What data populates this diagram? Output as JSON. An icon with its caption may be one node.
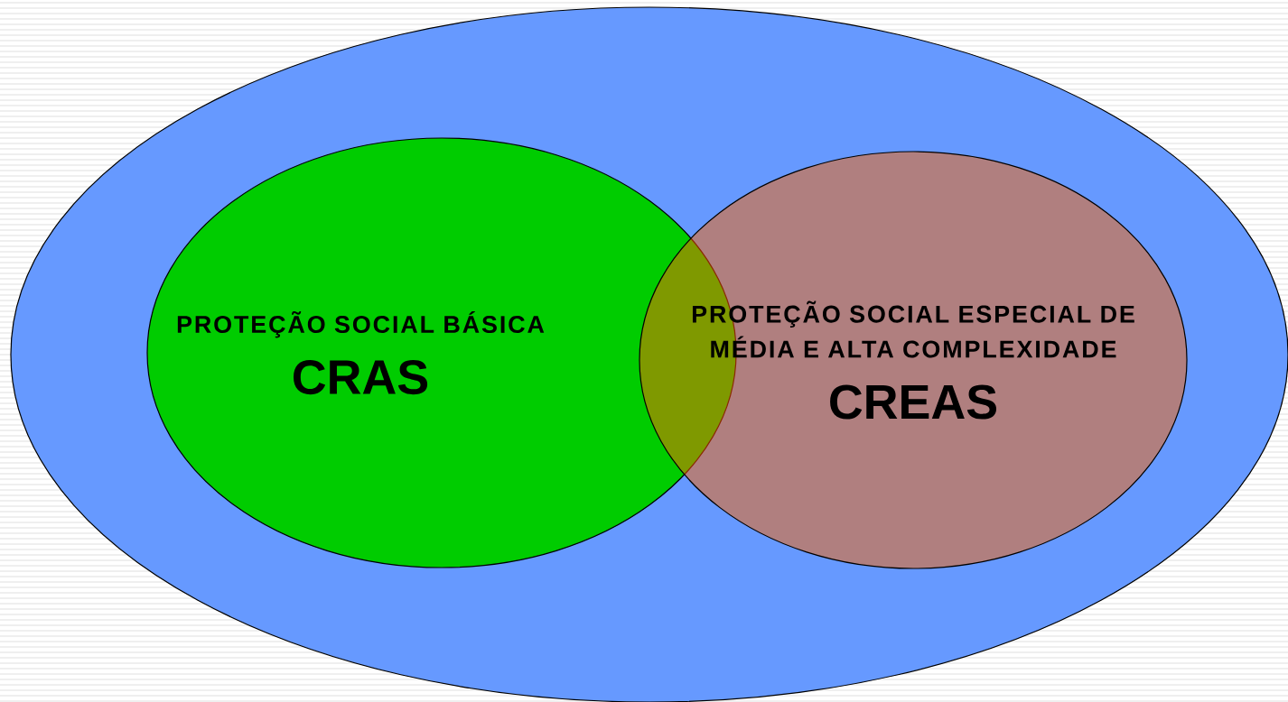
{
  "diagram": {
    "nodes": [
      {
        "text": [],
        "shape": "ellipse"
      },
      {
        "text": [
          "PROTEÇÃO SOCIAL BÁSICA",
          "CRAS"
        ],
        "in": 0
      },
      {
        "text": [
          "PROTEÇÃO SOCIAL ESPECIAL DE MÉDIA E ALTA COMPLEXIDADE",
          "CREAS"
        ],
        "in": 0
      }
    ]
  }
}
